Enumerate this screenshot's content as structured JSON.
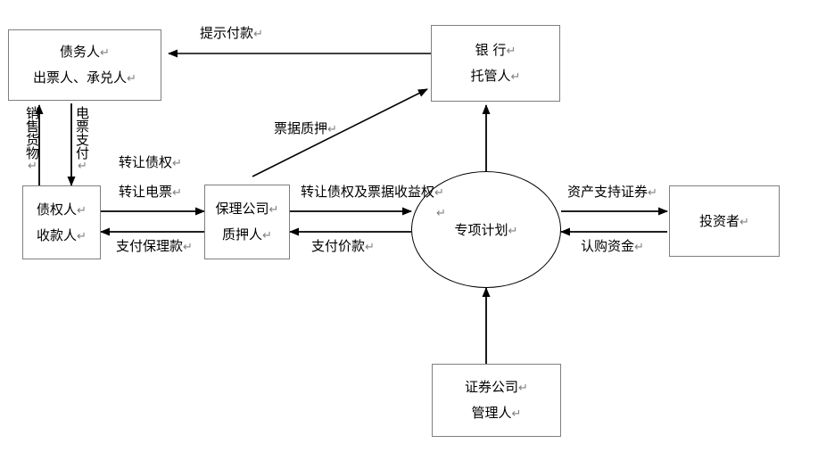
{
  "diagram": {
    "title": "",
    "type": "flow-diagram",
    "stroke_color": "#000000",
    "box_border_color": "#7f7f7f",
    "background": "#ffffff",
    "return_mark": "↵",
    "nodes": [
      {
        "id": "debtor",
        "name": "debtor-box",
        "lines": [
          "债务人",
          "出票人、承兑人"
        ]
      },
      {
        "id": "bank",
        "name": "bank-box",
        "lines": [
          "银 行",
          "托管人"
        ]
      },
      {
        "id": "creditor",
        "name": "creditor-box",
        "lines": [
          "债权人",
          "收款人"
        ]
      },
      {
        "id": "factoring",
        "name": "factoring-company-box",
        "lines": [
          "保理公司",
          "质押人"
        ]
      },
      {
        "id": "special_plan",
        "name": "special-plan-ellipse",
        "lines": [
          "专项计划"
        ]
      },
      {
        "id": "investor",
        "name": "investor-box",
        "lines": [
          "投资者"
        ]
      },
      {
        "id": "securities",
        "name": "securities-company-box",
        "lines": [
          "证券公司",
          "管理人"
        ]
      }
    ],
    "edge_labels": {
      "presentment": "提示付款",
      "bill_pledge": "票据质押",
      "sell_goods": "销售货物",
      "bill_payment": "电票支付",
      "transfer_claim": "转让债权",
      "transfer_bill": "转让电票",
      "pay_factoring": "支付保理款",
      "transfer_claim_and_bill_rights": "转让债权及票据收益权",
      "pay_price": "支付价款",
      "abs": "资产支持证券",
      "subscription_funds": "认购资金"
    }
  }
}
